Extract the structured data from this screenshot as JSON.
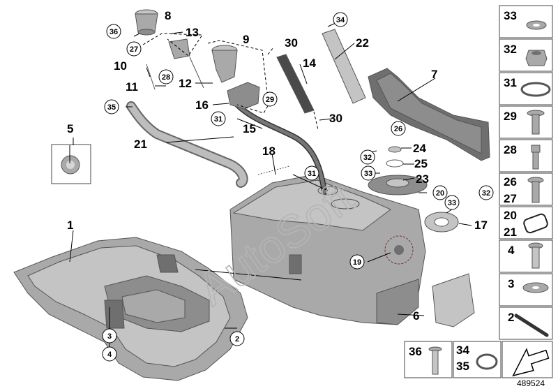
{
  "diagram": {
    "watermark": "AutoSoft",
    "document_number": "489524",
    "callouts": {
      "c1": "1",
      "c2": "2",
      "c3": "3",
      "c4": "4",
      "c5": "5",
      "c6": "6",
      "c7": "7",
      "c8": "8",
      "c9": "9",
      "c10": "10",
      "c11": "11",
      "c12": "12",
      "c13": "13",
      "c14": "14",
      "c15": "15",
      "c16": "16",
      "c17": "17",
      "c18": "18",
      "c19": "19",
      "c20": "20",
      "c21": "21",
      "c22": "22",
      "c23": "23",
      "c24": "24",
      "c25": "25",
      "c26": "26",
      "c27": "27",
      "c28": "28",
      "c29": "29",
      "c30a": "30",
      "c30b": "30",
      "c31a": "31",
      "c31b": "31",
      "c32a": "32",
      "c32b": "32",
      "c33a": "33",
      "c33b": "33",
      "c34": "34",
      "c35": "35",
      "c36": "36"
    },
    "legend": {
      "r33": "33",
      "r32": "32",
      "r31": "31",
      "r29": "29",
      "r28": "28",
      "r26": "26",
      "r27": "27",
      "r20": "20",
      "r21": "21",
      "r4": "4",
      "r3": "3",
      "r2": "2",
      "b36": "36",
      "b34": "34",
      "b35": "35"
    }
  }
}
